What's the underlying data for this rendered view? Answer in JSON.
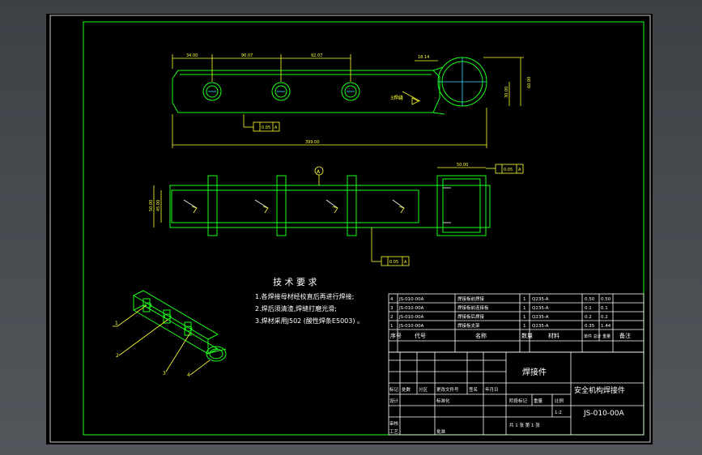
{
  "tech_requirements": {
    "title": "技 术 要 求",
    "items": [
      "1.各焊接母材经校直后再进行焊接;",
      "2.焊后须清渣,焊缝打磨光滑;",
      "3.焊材采用J502 (酸性焊条E5003) 。"
    ]
  },
  "dimensions": {
    "top_left": "34.00",
    "top_mid1": "90.07",
    "top_mid2": "92.07",
    "top_right": "18.14",
    "overall": "399.00",
    "height_right": "60.00",
    "height_inner": "30.00",
    "flat_width": "50.00",
    "side_h1": "50.00",
    "side_h2": "45.00"
  },
  "annotations": {
    "weld_note": "3焊缝",
    "tol_a1": "0.05",
    "tol_a2": "0.05",
    "tol_a3": "0.05",
    "datum": "A",
    "datum_bubble": "A"
  },
  "balloons": [
    "1",
    "2",
    "3",
    "4"
  ],
  "bom": {
    "rows": [
      {
        "no": "4",
        "code": "JS-010-00A",
        "name": "焊接板前焊接",
        "qty": "1",
        "mat": "Q235-A",
        "w1": "0.50",
        "w2": "0.50"
      },
      {
        "no": "3",
        "code": "JS-010-00A",
        "name": "焊接板前连接板",
        "qty": "1",
        "mat": "Q235-A",
        "w1": "0.1",
        "w2": "0.1"
      },
      {
        "no": "2",
        "code": "JS-010-00A",
        "name": "焊接板后焊接",
        "qty": "1",
        "mat": "Q235-A",
        "w1": "0.2",
        "w2": "0.2"
      },
      {
        "no": "1",
        "code": "JS-010-00A",
        "name": "焊接板支架",
        "qty": "1",
        "mat": "Q235-A",
        "w1": "0.35",
        "w2": "1.44"
      }
    ],
    "header": {
      "no": "序号",
      "code": "代号",
      "name": "名称",
      "qty": "数量",
      "mat": "材料",
      "weight": "单件 总计 重量",
      "remark": "备注"
    }
  },
  "title_block": {
    "part_name": "焊接件",
    "company": "安全机构焊接件",
    "drawing_no": "JS-010-00A",
    "labels": {
      "mark": "标记",
      "count": "处数",
      "zone": "分区",
      "change_doc": "更改文件号",
      "sign": "签名",
      "date": "年月日",
      "design": "设计",
      "standard": "标准化",
      "stage": "阶段标记",
      "weight": "重量",
      "scale": "比例",
      "review": "审核",
      "process": "工艺",
      "approve": "批准",
      "sheet": "共 1 张 第 1 张",
      "scale_val": "1:2"
    }
  },
  "colors": {
    "background": "#000000",
    "outline": "#19ff19",
    "text": "#ffffff",
    "dimension": "#ffff33",
    "center": "#33e0ff"
  }
}
